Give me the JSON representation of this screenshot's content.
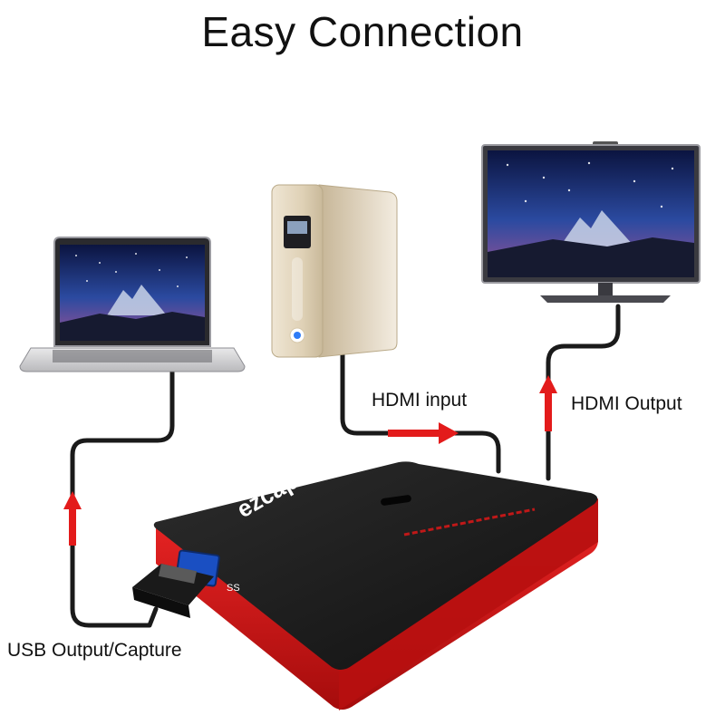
{
  "title": "Easy Connection",
  "labels": {
    "hdmi_input": "HDMI input",
    "hdmi_output": "HDMI Output",
    "usb_output": "USB Output/Capture"
  },
  "device": {
    "brand": "ezcap",
    "port_label": "SS"
  },
  "colors": {
    "arrow": "#e31b1b",
    "cable": "#1a1a1a",
    "device_red": "#d41818",
    "device_top": "#1c1c1c"
  }
}
